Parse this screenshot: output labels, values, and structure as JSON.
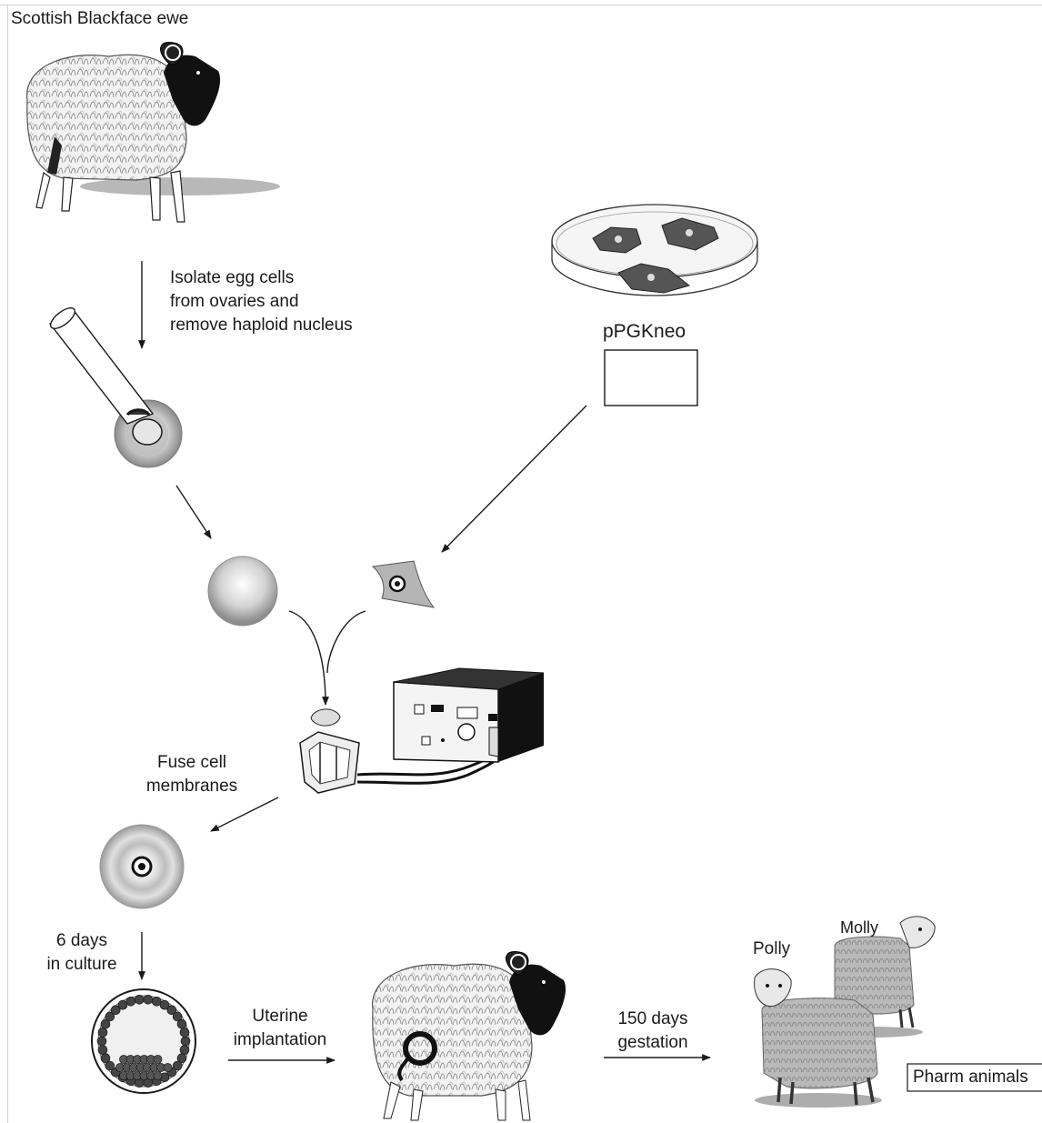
{
  "title": "Scottish Blackface ewe",
  "steps": {
    "isolate": [
      "Isolate egg cells",
      "from ovaries and",
      "remove haploid nucleus"
    ],
    "fuse": [
      "Fuse cell",
      "membranes"
    ],
    "culture": [
      "6 days",
      "in culture"
    ],
    "implant": [
      "Uterine",
      "implantation"
    ],
    "gestation": [
      "150 days",
      "gestation"
    ]
  },
  "plasmid_label": "pPGKneo",
  "lambs": {
    "polly": "Polly",
    "molly": "Molly"
  },
  "pharm_label": "Pharm animals",
  "icons": [
    "sheep-icon",
    "micropipette-icon",
    "petri-dish-icon",
    "egg-cell-icon",
    "fibroblast-cell-icon",
    "electroporator-icon",
    "fusion-chamber-icon",
    "blastocyst-icon",
    "lamb-icon"
  ]
}
